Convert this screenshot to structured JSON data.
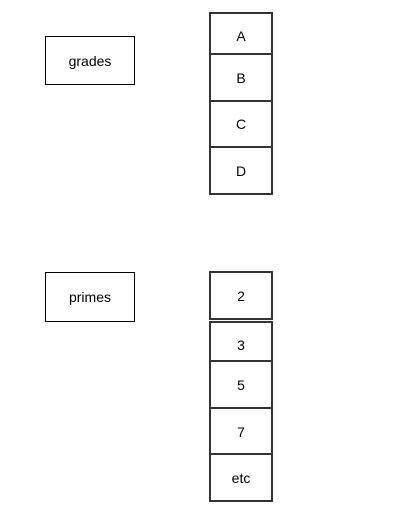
{
  "grades": {
    "label": "grades",
    "cells": [
      "A",
      "B",
      "C",
      "D"
    ]
  },
  "primes": {
    "label": "primes",
    "cells": [
      "2",
      "3",
      "5",
      "7",
      "etc"
    ]
  }
}
